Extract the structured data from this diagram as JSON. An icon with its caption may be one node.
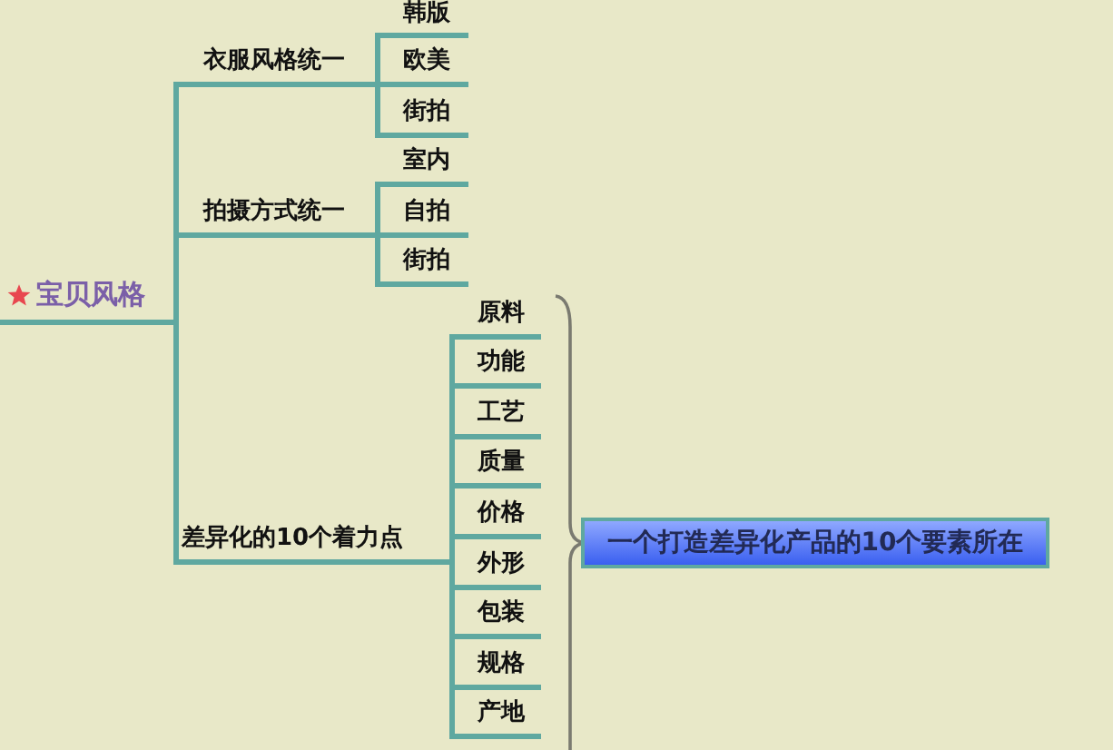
{
  "diagram": {
    "nodes": [
      {
        "text": [
          "宝贝风格"
        ]
      },
      {
        "text": [
          "衣服风格统一"
        ]
      },
      {
        "text": [
          "韩版"
        ]
      },
      {
        "text": [
          "欧美"
        ]
      },
      {
        "text": [
          "街拍"
        ]
      },
      {
        "text": [
          "拍摄方式统一"
        ]
      },
      {
        "text": [
          "室内"
        ]
      },
      {
        "text": [
          "自拍"
        ]
      },
      {
        "text": [
          "街拍"
        ]
      },
      {
        "text": [
          "差异化的10个着力点"
        ]
      },
      {
        "text": [
          "原料"
        ]
      },
      {
        "text": [
          "功能"
        ]
      },
      {
        "text": [
          "工艺"
        ]
      },
      {
        "text": [
          "质量"
        ]
      },
      {
        "text": [
          "价格"
        ]
      },
      {
        "text": [
          "外形"
        ]
      },
      {
        "text": [
          "包装"
        ]
      },
      {
        "text": [
          "规格"
        ]
      },
      {
        "text": [
          "产地"
        ]
      },
      {
        "text": [
          "一个打造差异化产品的10个要素所在"
        ]
      }
    ],
    "edges": [
      {
        "from": 0,
        "to": 1,
        "arrow": "none"
      },
      {
        "from": 0,
        "to": 5,
        "arrow": "none"
      },
      {
        "from": 0,
        "to": 9,
        "arrow": "none"
      },
      {
        "from": 1,
        "to": 2,
        "arrow": "none"
      },
      {
        "from": 1,
        "to": 3,
        "arrow": "none"
      },
      {
        "from": 1,
        "to": 4,
        "arrow": "none"
      },
      {
        "from": 5,
        "to": 6,
        "arrow": "none"
      },
      {
        "from": 5,
        "to": 7,
        "arrow": "none"
      },
      {
        "from": 5,
        "to": 8,
        "arrow": "none"
      },
      {
        "from": 9,
        "to": 10,
        "arrow": "none"
      },
      {
        "from": 9,
        "to": 11,
        "arrow": "none"
      },
      {
        "from": 9,
        "to": 12,
        "arrow": "none"
      },
      {
        "from": 9,
        "to": 13,
        "arrow": "none"
      },
      {
        "from": 9,
        "to": 14,
        "arrow": "none"
      },
      {
        "from": 9,
        "to": 15,
        "arrow": "none"
      },
      {
        "from": 9,
        "to": 16,
        "arrow": "none"
      },
      {
        "from": 9,
        "to": 17,
        "arrow": "none"
      },
      {
        "from": 9,
        "to": 18,
        "arrow": "none"
      }
    ]
  }
}
